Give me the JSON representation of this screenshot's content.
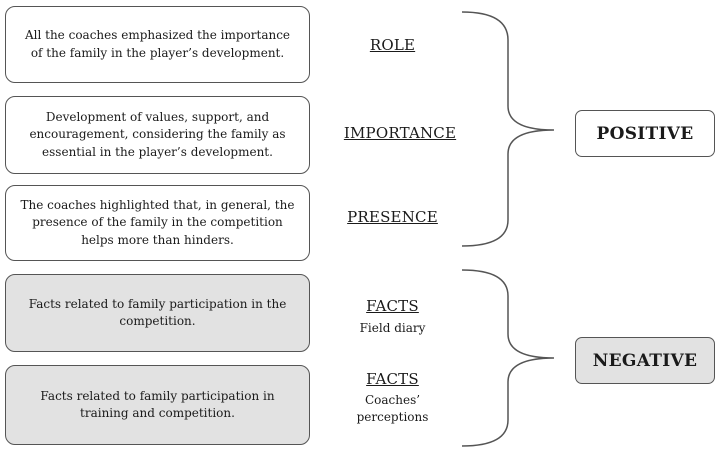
{
  "positive_group": {
    "items": [
      {
        "text": "All the coaches emphasized the importance of the family in the player’s development.",
        "label": "ROLE"
      },
      {
        "text": "Development of values, support, and encouragement, considering the family as essential in the player’s development.",
        "label": "IMPORTANCE"
      },
      {
        "text": "The coaches highlighted that, in general, the presence of the family in the competition helps more than hinders.",
        "label": "PRESENCE"
      }
    ],
    "result": "POSITIVE"
  },
  "negative_group": {
    "items": [
      {
        "text": "Facts related to family participation in the competition.",
        "label": "FACTS",
        "sublabel": "Field diary"
      },
      {
        "text": "Facts related to family participation in training and competition.",
        "label": "FACTS",
        "sublabel": "Coaches’ perceptions"
      }
    ],
    "result": "NEGATIVE"
  },
  "colors": {
    "border": "#555555",
    "negative_fill": "#e2e2e2",
    "positive_fill": "#ffffff"
  }
}
